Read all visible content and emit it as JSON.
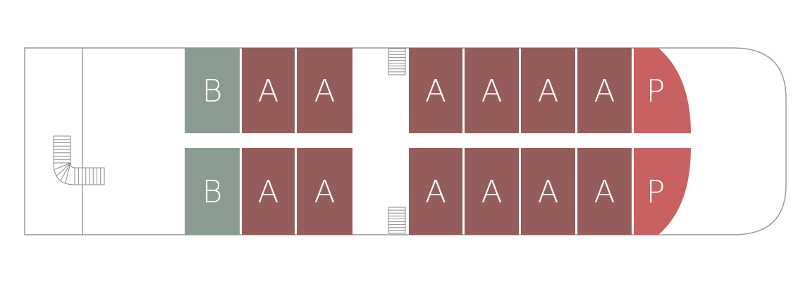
{
  "colors": {
    "outline": "#9a9a9a",
    "background": "#ffffff",
    "stair_stroke": "#8a8a8a",
    "B": "#8a9b92",
    "A": "#955c5c",
    "P": "#c96161"
  },
  "cabins": {
    "top_row": [
      "B",
      "A",
      "A",
      "A",
      "A",
      "A",
      "A",
      "P"
    ],
    "bottom_row": [
      "B",
      "A",
      "A",
      "A",
      "A",
      "A",
      "A",
      "P"
    ]
  }
}
